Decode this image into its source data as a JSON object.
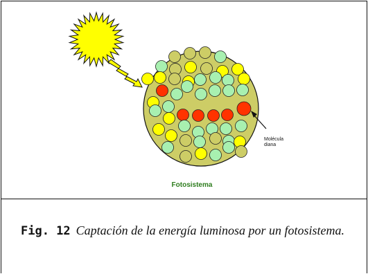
{
  "diagram": {
    "label_target": [
      "Molécula",
      "diana"
    ],
    "label_photosystem": "Fotosistema",
    "colors": {
      "sun_fill": "#ffff00",
      "sun_stroke": "#111111",
      "lightning_fill": "#ffff00",
      "disk_fill": "#cdcd66",
      "molecule_green": "#a8f0b0",
      "molecule_yellow": "#ffff00",
      "molecule_tan": "#cdcd66",
      "molecule_red": "#ff3300",
      "label_green": "#2e7d1e"
    }
  },
  "caption": {
    "fig_label": "Fig. 12",
    "text": "Captación de la energía luminosa por un fotosistema."
  }
}
